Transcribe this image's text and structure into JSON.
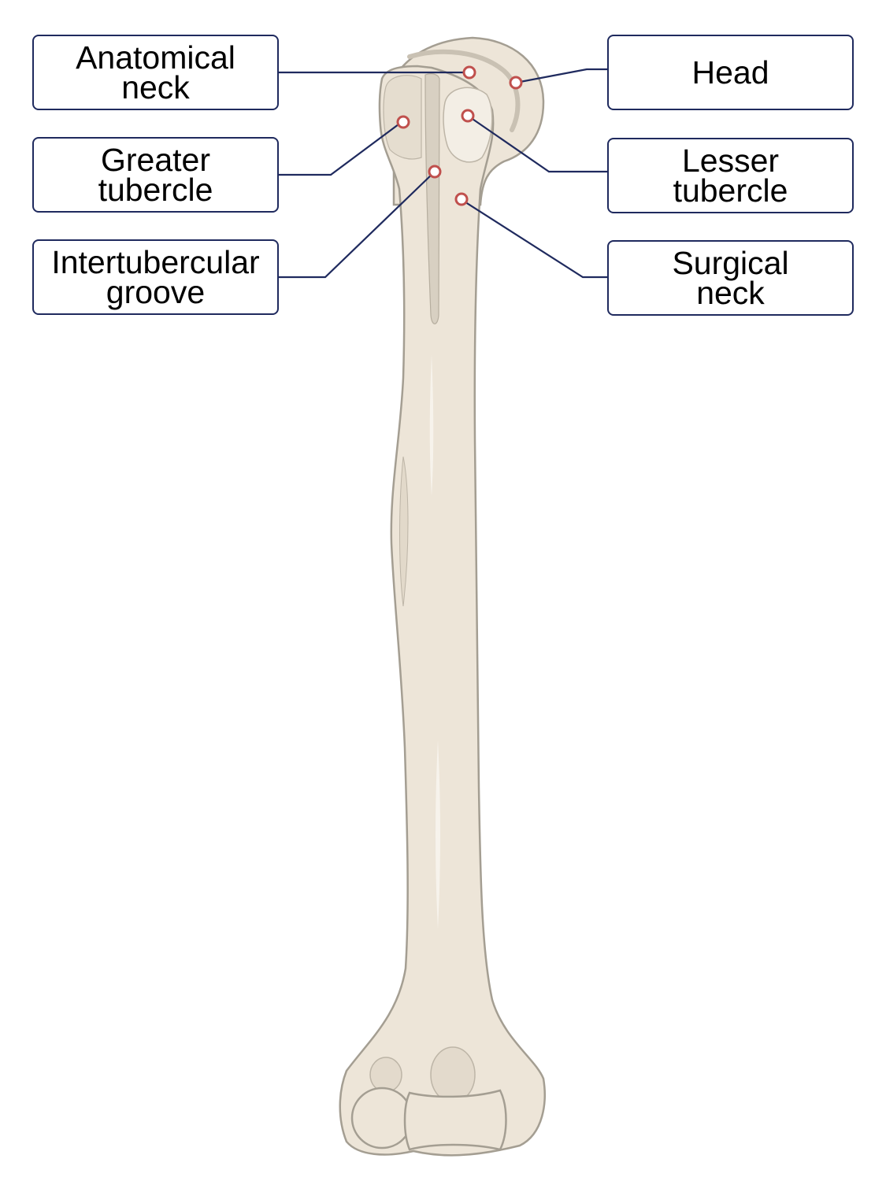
{
  "labels": {
    "anatomical_neck": {
      "line1": "Anatomical",
      "line2": "neck"
    },
    "greater_tubercle": {
      "line1": "Greater",
      "line2": "tubercle"
    },
    "intertubercular_groove": {
      "line1": "Intertubercular",
      "line2": "groove"
    },
    "head": {
      "line1": "Head"
    },
    "lesser_tubercle": {
      "line1": "Lesser",
      "line2": "tubercle"
    },
    "surgical_neck": {
      "line1": "Surgical",
      "line2": "neck"
    }
  },
  "colors": {
    "bone_fill": "#ede5d8",
    "bone_outline": "#a49e92",
    "bone_shadow": "#d8d0c2",
    "bone_highlight": "#f7f3ec",
    "leader_line": "#1f2a5e",
    "marker": "#c0504d",
    "box_border": "#1f2a5e"
  }
}
